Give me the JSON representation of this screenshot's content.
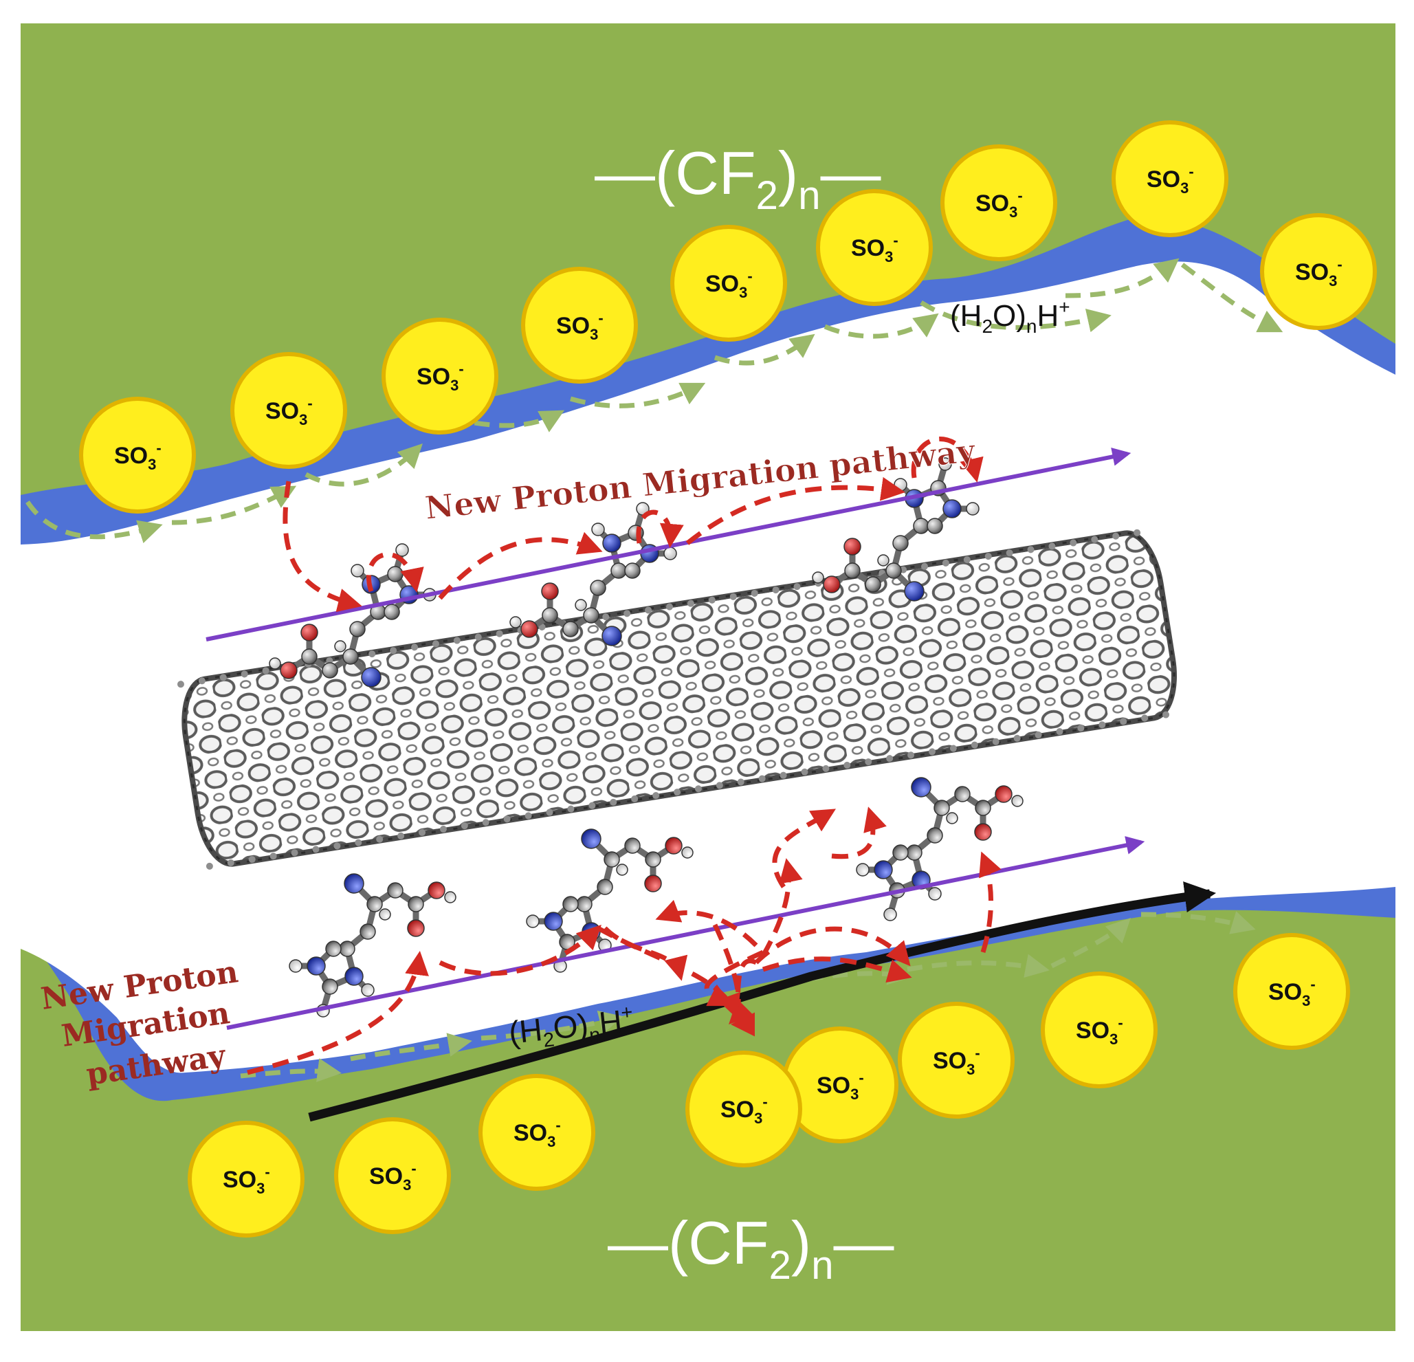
{
  "diagram": {
    "polymer_top": {
      "base": "—(CF",
      "sub": "2",
      "tail": ")",
      "n": "n",
      "dash": "—"
    },
    "polymer_bottom": {
      "base": "—(CF",
      "sub": "2",
      "tail": ")",
      "n": "n",
      "dash": "—"
    },
    "sulfonate": {
      "base": "SO",
      "sub": "3",
      "sup": "-"
    },
    "hydronium_top": {
      "a": "(H",
      "s1": "2",
      "b": "O)",
      "s2": "n",
      "c": "H",
      "sup": "+"
    },
    "hydronium_bottom": {
      "a": "(H",
      "s1": "2",
      "b": "O)",
      "s2": "n",
      "c": "H",
      "sup": "+"
    },
    "pathway_label_top": "New Proton Migration pathway",
    "pathway_label_bottom": {
      "line1": "New Proton",
      "line2": "Migration",
      "line3": "pathway"
    },
    "colors": {
      "matrix_green": "#8fb24f",
      "water_blue": "#4f72d6",
      "sulfonate_yellow": "#ffee1e",
      "sulfonate_ring": "#e1b300",
      "proton_red": "#d42a22",
      "vehicle_green": "#9bb96a",
      "pathway_purple": "#7b3fc6",
      "label_red": "#9b2a22",
      "nanotube_grey": "#8e8e8e"
    },
    "icons": [
      "carbon-nanotube",
      "histidine-molecule",
      "sulfonate-group",
      "arrow"
    ]
  }
}
